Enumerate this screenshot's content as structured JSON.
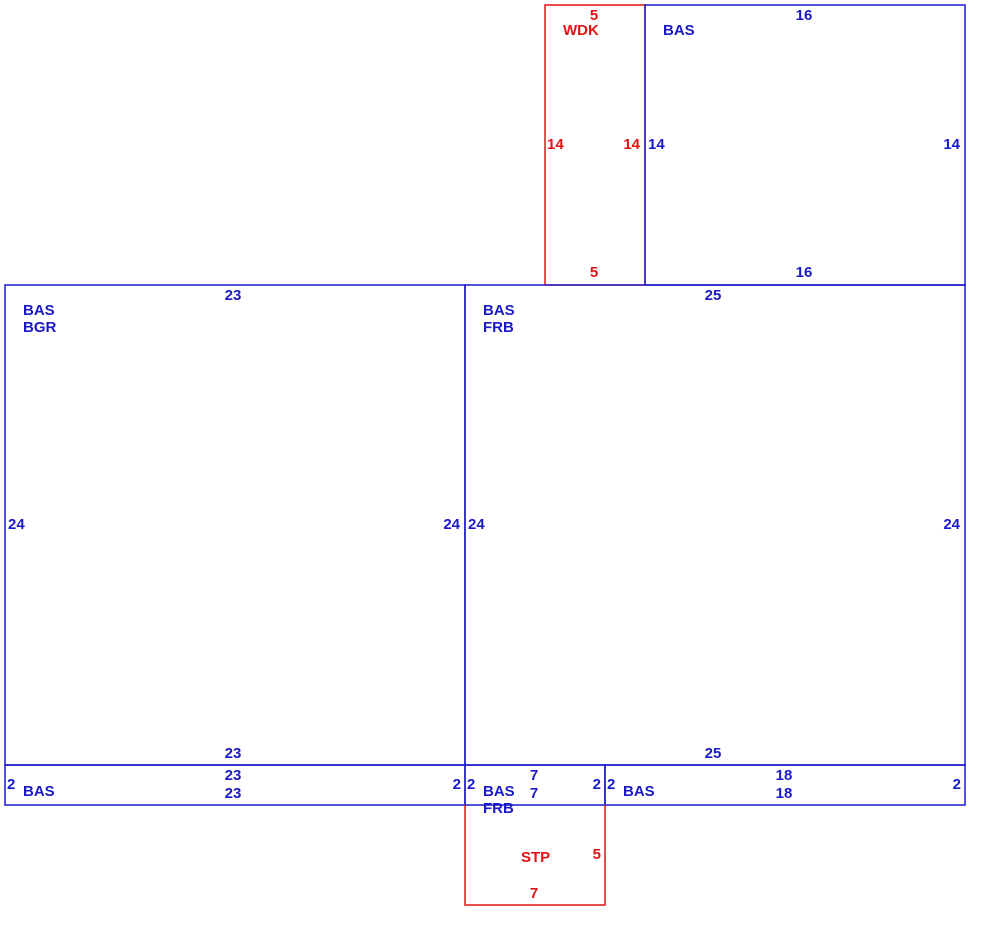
{
  "colors": {
    "structure": "#1a1ac8",
    "exterior": "#e01414"
  },
  "areas": [
    {
      "codes": [
        "WDK"
      ],
      "color": "red",
      "dims": {
        "top": "5",
        "bottom": "5",
        "left": "14",
        "right": "14"
      }
    },
    {
      "codes": [
        "BAS"
      ],
      "color": "blue",
      "dims": {
        "top": "16",
        "bottom": "16",
        "left": "14",
        "right": "14"
      }
    },
    {
      "codes": [
        "BAS",
        "BGR"
      ],
      "color": "blue",
      "dims": {
        "top": "23",
        "bottom": "23",
        "left": "24",
        "right": "24"
      }
    },
    {
      "codes": [
        "BAS",
        "FRB"
      ],
      "color": "blue",
      "dims": {
        "top": "25",
        "bottom": "25",
        "left": "24",
        "right": "24"
      }
    },
    {
      "codes": [
        "BAS"
      ],
      "color": "blue",
      "dims": {
        "top": "23",
        "bottom": "23",
        "left": "2",
        "right": "2"
      }
    },
    {
      "codes": [
        "BAS",
        "FRB"
      ],
      "color": "blue",
      "dims": {
        "top": "7",
        "bottom": "7",
        "left": "2",
        "right": "2"
      }
    },
    {
      "codes": [
        "BAS"
      ],
      "color": "blue",
      "dims": {
        "top": "18",
        "bottom": "18",
        "right": "2"
      }
    },
    {
      "codes": [
        "STP"
      ],
      "color": "red",
      "dims": {
        "bottom": "7",
        "right": "5"
      }
    }
  ]
}
